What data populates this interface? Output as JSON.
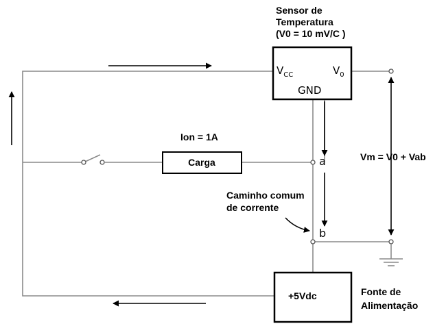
{
  "sensor": {
    "title_line1": "Sensor de",
    "title_line2": "Temperatura",
    "title_line3": "(V0 = 10 mV/C )",
    "pin_vcc_main": "V",
    "pin_vcc_sub": "CC",
    "pin_v0_main": "V",
    "pin_v0_sub": "0",
    "pin_gnd": "GND"
  },
  "load": {
    "current_label": "Ion = 1A",
    "box_label": "Carga"
  },
  "nodes": {
    "a": "a",
    "b": "b"
  },
  "measure": {
    "label": "Vm = V0 + Vab"
  },
  "common_path": {
    "line1": "Caminho comum",
    "line2": "de corrente"
  },
  "supply": {
    "box_label": "+5Vdc",
    "title_line1": "Fonte de",
    "title_line2": "Alimentação"
  }
}
